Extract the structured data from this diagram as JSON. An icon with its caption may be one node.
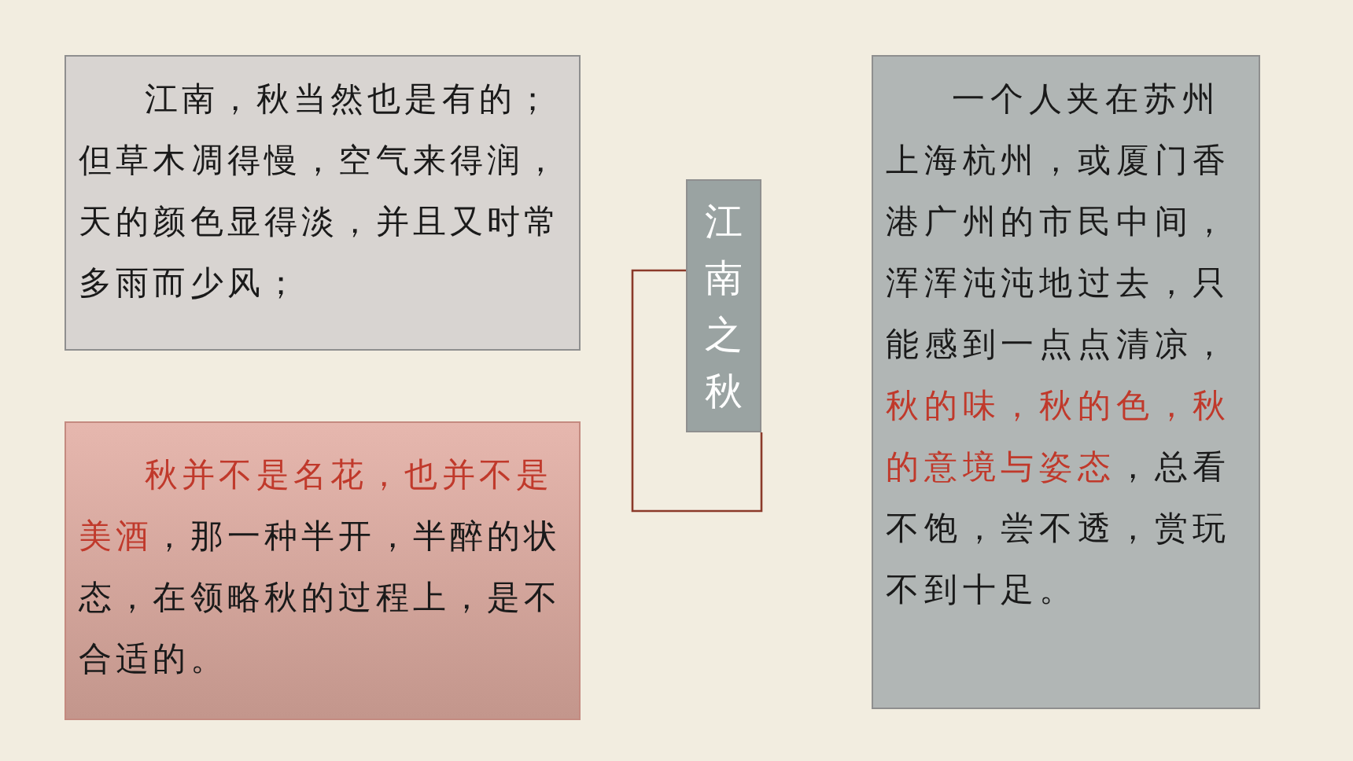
{
  "diagram": {
    "nodes": [
      {
        "text": [
          "江南，秋当然也是有的；但草木凋得慢，空气来得润，天的颜色显得淡，并且又时常多雨而少风；"
        ]
      },
      {
        "text": [
          "*秋并不是名花，也并不是美酒*，那一种半开，半醉的状态，在领略秋的过程上，是不合适的。"
        ]
      },
      {
        "text": [
          "江南之秋"
        ]
      },
      {
        "text": [
          "一个人夹在苏州上海杭州，或厦门香港广州的市民中间，浑浑沌沌地过去，只能感到一点点清凉，*秋的味，秋的色，秋的意境与姿态*，总看不饱，尝不透，赏玩不到十足。"
        ]
      }
    ]
  }
}
